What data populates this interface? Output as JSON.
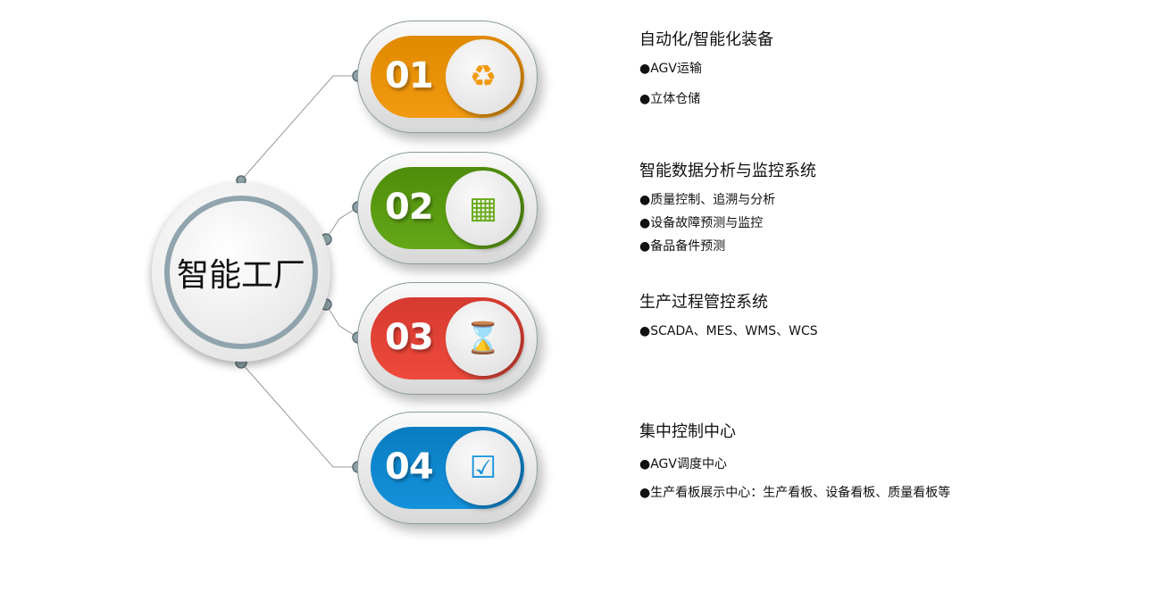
{
  "center": {
    "label": "智能工厂"
  },
  "items": [
    {
      "num": "01",
      "icon": "recycle-icon",
      "glyph": "♻",
      "color": "#ed8f00",
      "title": "自动化/智能化装备",
      "bullets": [
        "●AGV运输",
        "●立体仓储"
      ]
    },
    {
      "num": "02",
      "icon": "terminal-card-icon",
      "glyph": "▦",
      "color": "#5a9a10",
      "title": "智能数据分析与监控系统",
      "bullets": [
        "●质量控制、追溯与分析",
        "●设备故障预测与监控",
        "●备品备件预测"
      ]
    },
    {
      "num": "03",
      "icon": "hourglass-icon",
      "glyph": "⌛",
      "color": "#e23e34",
      "title": "生产过程管控系统",
      "bullets": [
        "●SCADA、MES、WMS、WCS"
      ]
    },
    {
      "num": "04",
      "icon": "clipboard-check-icon",
      "glyph": "☑",
      "color": "#0e86cc",
      "title": "集中控制中心",
      "bullets": [
        "●AGV调度中心",
        "●生产看板展示中心：生产看板、设备看板、质量看板等"
      ]
    }
  ]
}
